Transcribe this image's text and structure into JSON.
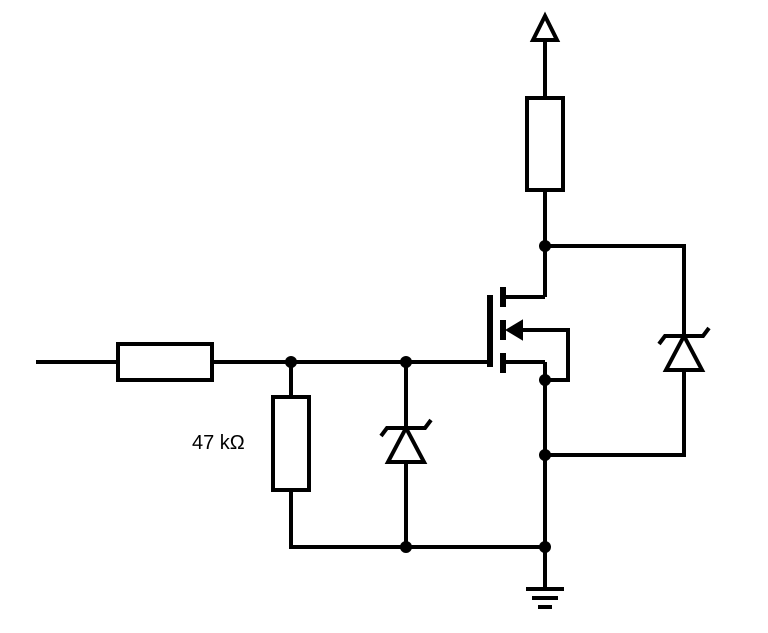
{
  "diagram": {
    "labels": {
      "gate_pulldown_resistor": "47 kΩ"
    },
    "components": [
      {
        "name": "input-resistor",
        "kind": "resistor"
      },
      {
        "name": "gate-pulldown-resistor",
        "kind": "resistor"
      },
      {
        "name": "gate-zener-diode",
        "kind": "zener-diode"
      },
      {
        "name": "mosfet",
        "kind": "n-channel-mosfet"
      },
      {
        "name": "load-resistor",
        "kind": "resistor"
      },
      {
        "name": "drain-source-zener-diode",
        "kind": "zener-diode"
      },
      {
        "name": "supply-terminal",
        "kind": "supply-arrow"
      },
      {
        "name": "ground",
        "kind": "ground"
      }
    ],
    "colors": {
      "stroke": "#000000",
      "background": "#ffffff"
    }
  }
}
